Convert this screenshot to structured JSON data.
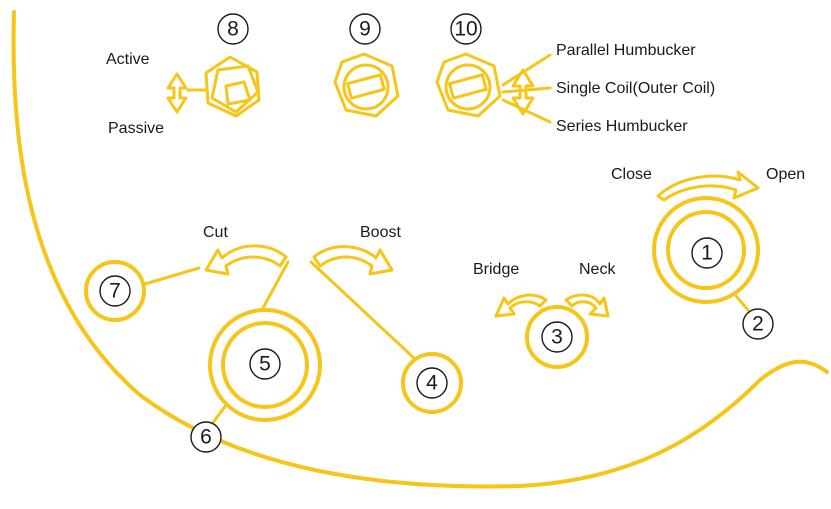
{
  "accent_color": "#f5c518",
  "text_color": "#1a1a1a",
  "knobs": {
    "k1": "1",
    "k2": "2",
    "k3": "3",
    "k4": "4",
    "k5": "5",
    "k6": "6",
    "k7": "7",
    "k8": "8",
    "k9": "9",
    "k10": "10"
  },
  "labels": {
    "active": "Active",
    "passive": "Passive",
    "parallel": "Parallel Humbucker",
    "single": "Single Coil(Outer Coil)",
    "series": "Series Humbucker",
    "close": "Close",
    "open": "Open",
    "cut": "Cut",
    "boost": "Boost",
    "bridge": "Bridge",
    "neck": "Neck"
  },
  "icons": {
    "mini_switch": "hex-nut-switch-icon",
    "rotary_switch": "hex-nut-selector-icon",
    "arrow": "curved-arrow-icon",
    "double_arrow": "up-down-arrow-icon"
  }
}
